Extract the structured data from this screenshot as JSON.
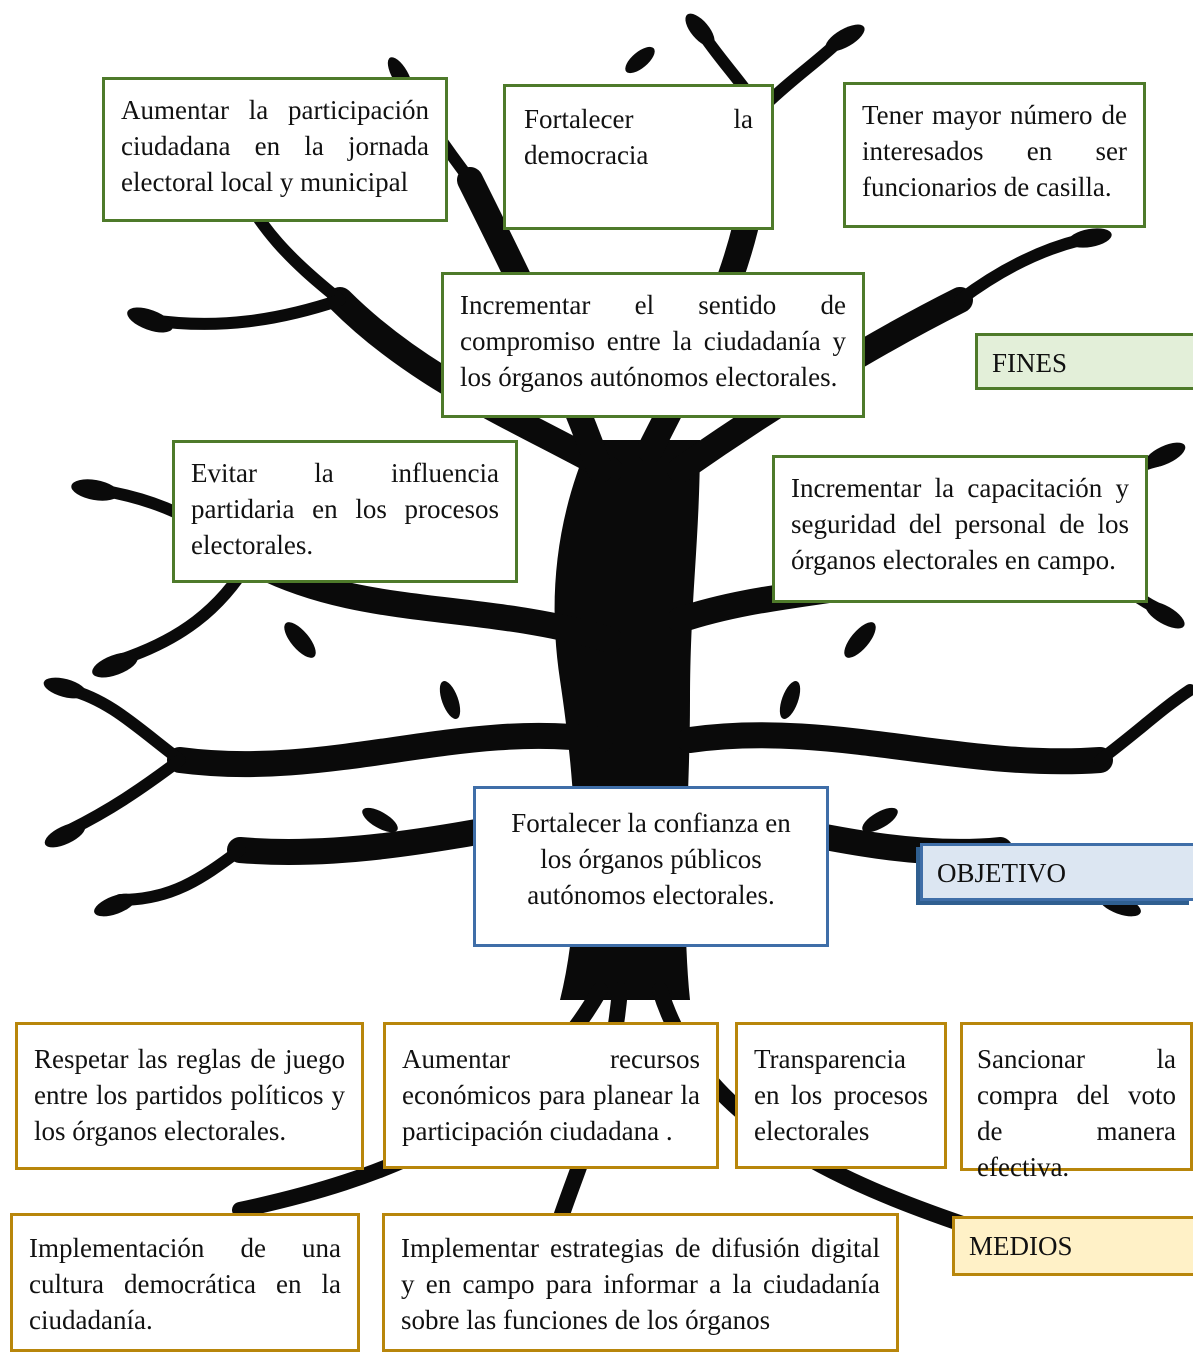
{
  "labels": {
    "fines": "FINES",
    "objetivo": "OBJETIVO",
    "medios": "MEDIOS"
  },
  "fines": {
    "aumentar_participacion": "Aumentar la participación ciudadana en la jornada electoral local y municipal",
    "fortalecer_democracia": "Fortalecer la democracia",
    "funcionarios_casilla": "Tener mayor número de interesados en ser funcionarios de casilla.",
    "compromiso": "Incrementar el sentido de compromiso entre la ciudadanía y los órganos autónomos electorales.",
    "influencia_partidaria": "Evitar la influencia partidaria en los procesos electorales.",
    "capacitacion": "Incrementar la capacitación y seguridad del personal de los órganos electorales en campo."
  },
  "objetivo": {
    "text": "Fortalecer la confianza en los órganos públicos autónomos electorales."
  },
  "medios": {
    "reglas_juego": "Respetar las reglas de juego entre los partidos políticos y los órganos electorales.",
    "recursos": "Aumentar recursos económicos para planear la participación ciudadana .",
    "transparencia": "Transparencia en los procesos electorales",
    "sancionar": "Sancionar la compra del voto de manera efectiva.",
    "cultura": "Implementación de una cultura democrática en la ciudadanía.",
    "difusion": "Implementar estrategias de difusión digital y en campo para informar a la ciudadanía sobre las funciones de los órganos"
  },
  "colors": {
    "fines_border": "#4e7a2a",
    "objetivo_border": "#3f6ea8",
    "medios_border": "#b8860b",
    "tree": "#0a0a0a"
  }
}
